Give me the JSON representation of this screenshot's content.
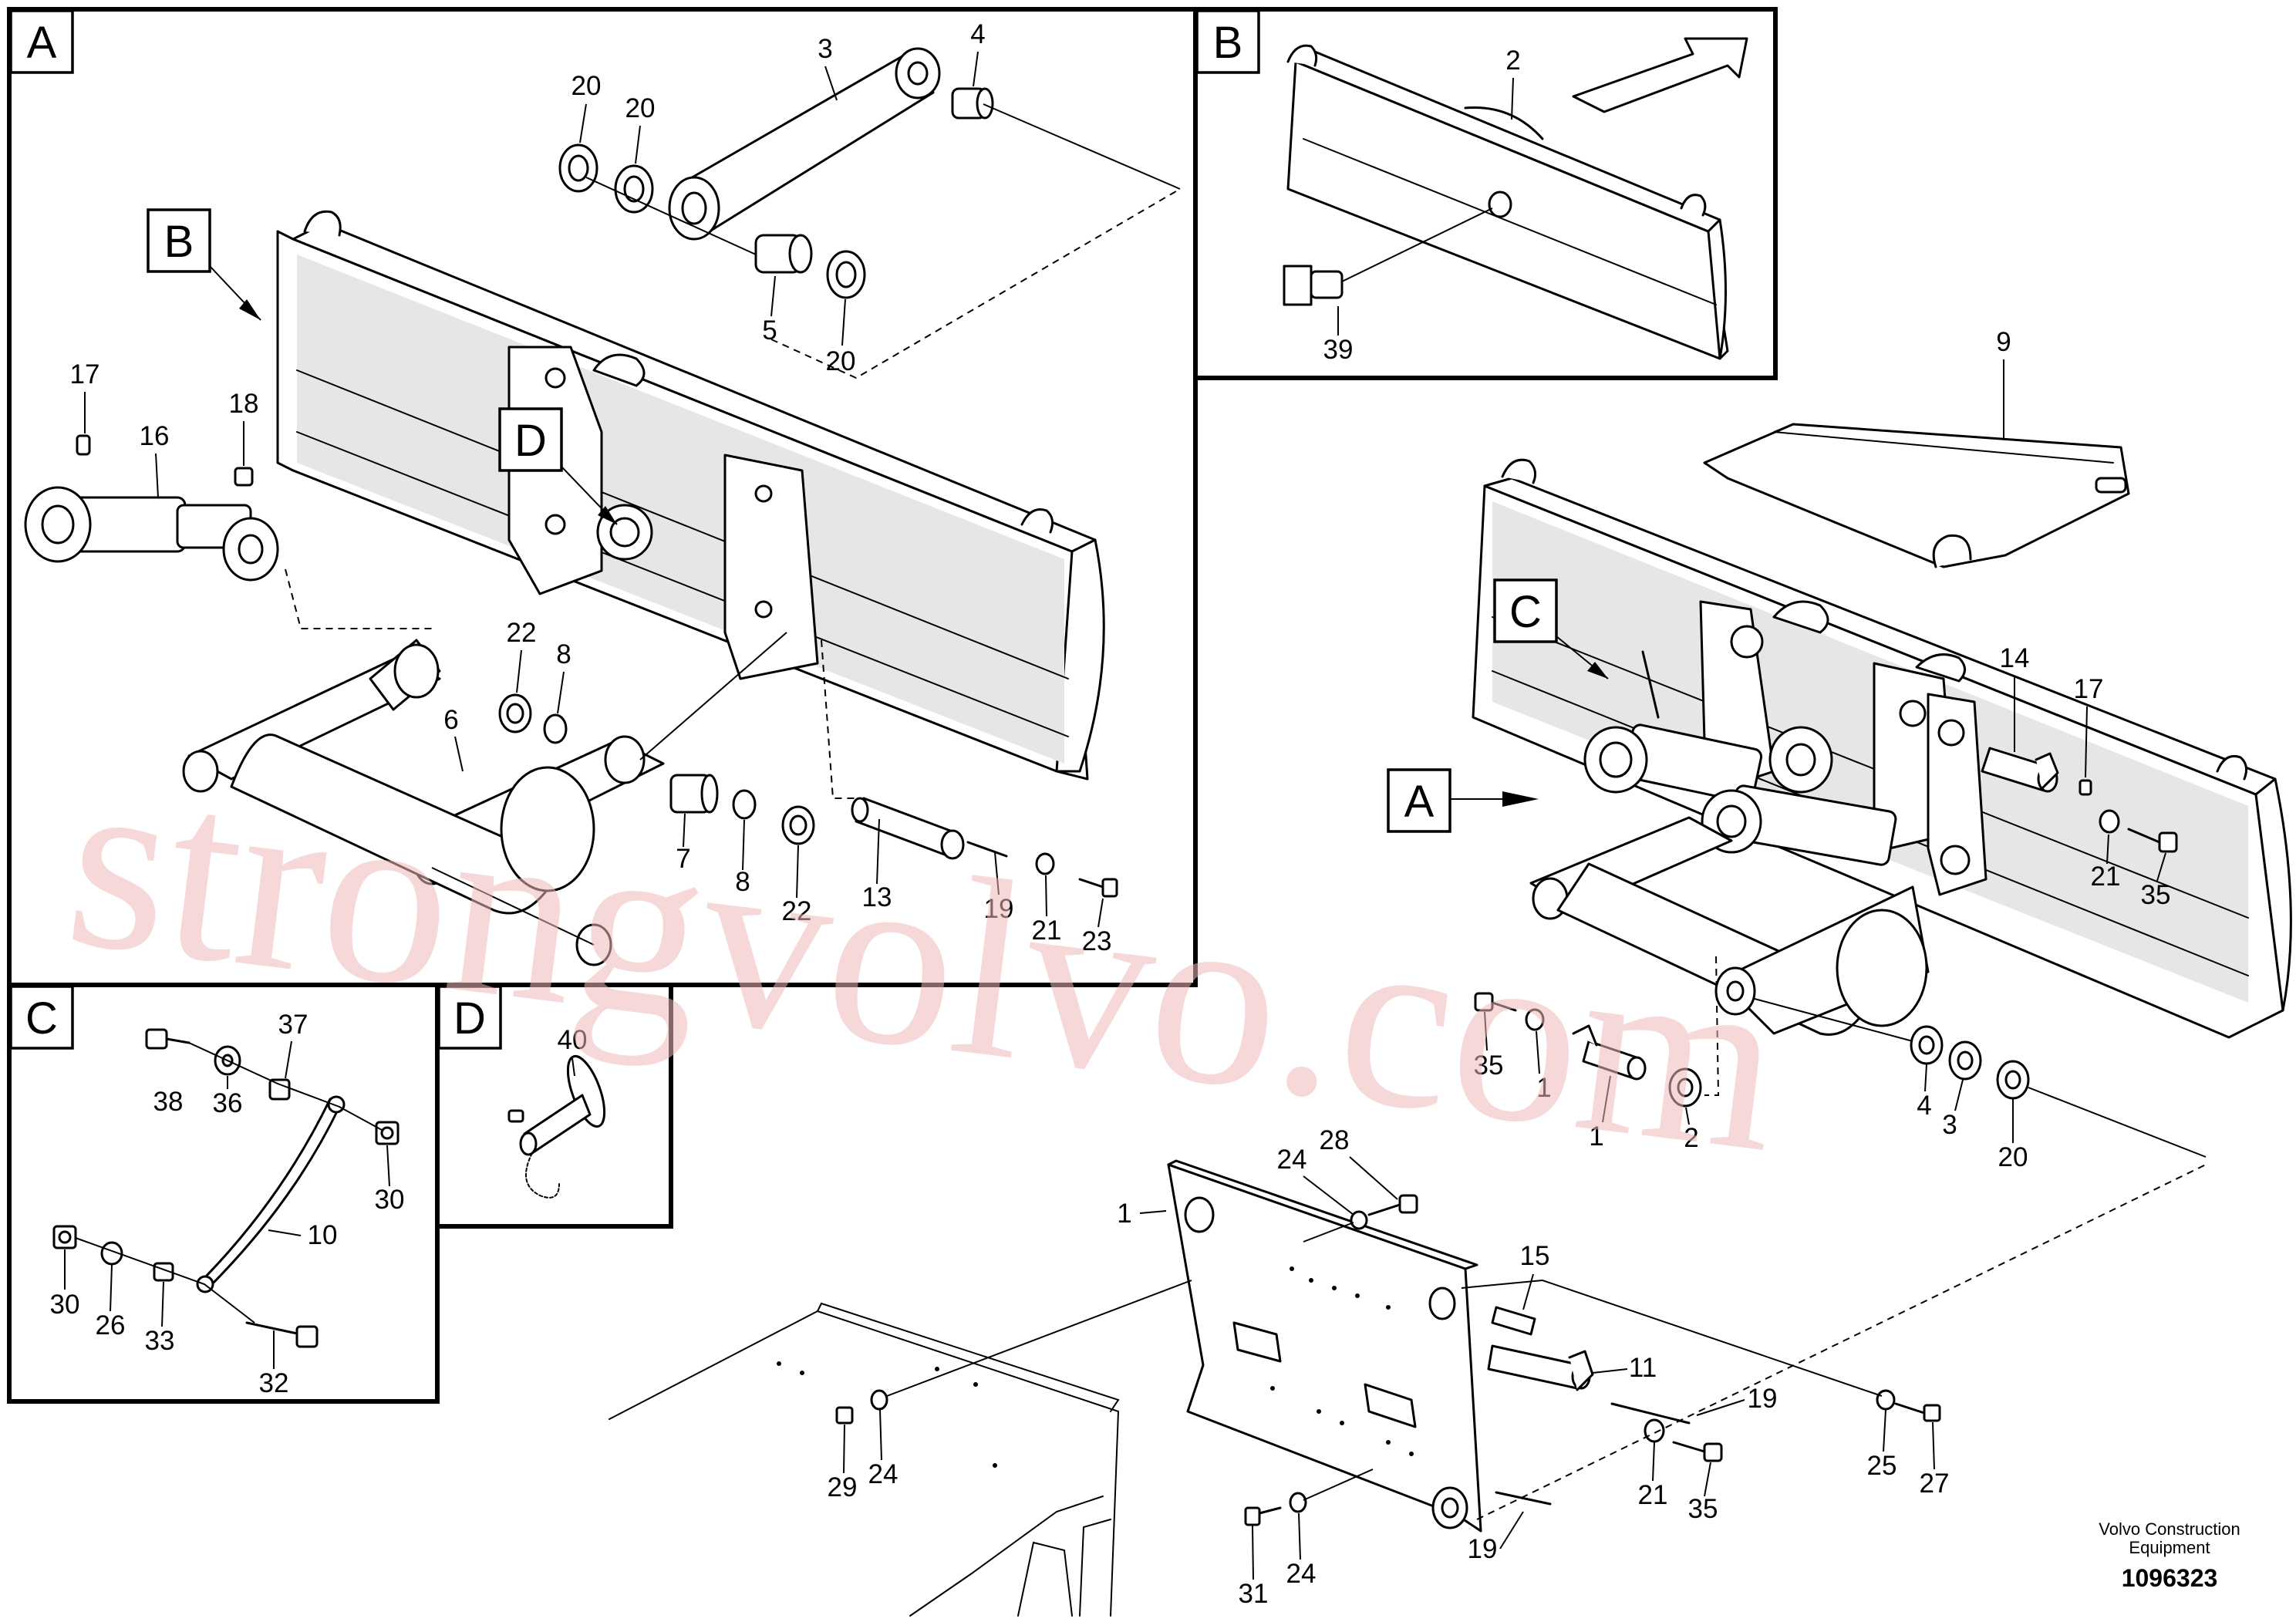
{
  "figure_number": "1096323",
  "brand_lines": [
    "Volvo Construction",
    "Equipment"
  ],
  "watermark": "strongvolvo.com",
  "detail_views": [
    {
      "letter": "A"
    },
    {
      "letter": "B"
    },
    {
      "letter": "C"
    },
    {
      "letter": "D"
    }
  ],
  "callouts_detail_A": [
    "20",
    "20",
    "3",
    "4",
    "5",
    "20",
    "17",
    "16",
    "18",
    "22",
    "8",
    "6",
    "7",
    "8",
    "22",
    "13",
    "19",
    "21",
    "23"
  ],
  "callouts_detail_B": [
    "2",
    "39"
  ],
  "callouts_detail_C": [
    "37",
    "38",
    "36",
    "30",
    "10",
    "30",
    "26",
    "33",
    "32"
  ],
  "callouts_detail_D": [
    "40"
  ],
  "callouts_main": [
    "9",
    "14",
    "17",
    "21",
    "35",
    "35",
    "1",
    "1",
    "2",
    "4",
    "3",
    "20",
    "1",
    "24",
    "28",
    "15",
    "11",
    "19",
    "21",
    "35",
    "25",
    "27",
    "29",
    "24",
    "19",
    "31",
    "24"
  ],
  "view_markers_main": [
    "C",
    "A"
  ]
}
